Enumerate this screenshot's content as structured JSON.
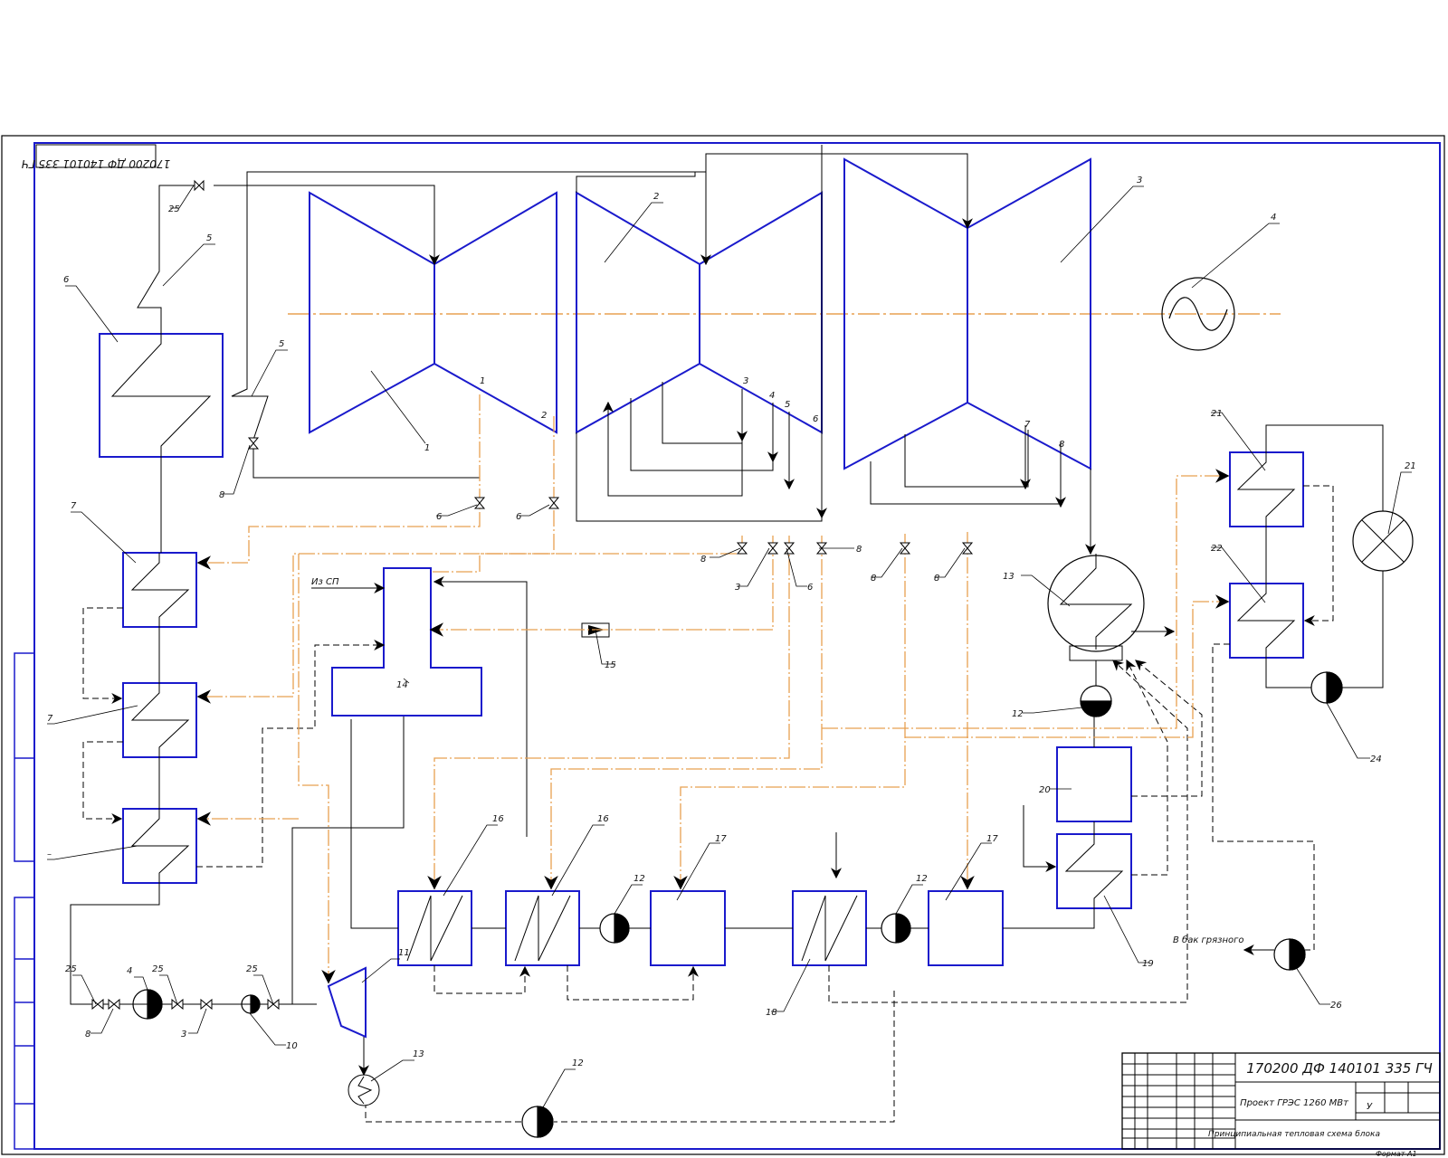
{
  "stamp_top": "170200 ДФ 140101 335 ГЧ",
  "labels": {
    "hpt": "1",
    "ipt": "2",
    "lpt": "3",
    "generator": "4",
    "reheater": "5",
    "boiler": "6",
    "hp_heater_upper": "7",
    "hp_heater_mid": "7",
    "hp_heater_low": "–",
    "condenser": "13",
    "deaerator": "14",
    "separator": "15",
    "lp_heater_a": "16",
    "lp_heater_b": "16",
    "lp_heater_c": "17",
    "lp_heater_d": "18",
    "lp_heater_e": "17",
    "gland_cooler": "19",
    "block_20": "20",
    "cooling_tower": "21",
    "hx_21": "21",
    "hx_22": "22",
    "pump_left": "4",
    "pump_small": "10",
    "pump_cond": "12",
    "pump_bottom": "12",
    "pump_lp_a": "12",
    "pump_lp_b": "12",
    "pump_cw": "24",
    "pump_drain": "26",
    "turbine_small": "11",
    "cooler_small": "13",
    "valve_25_top": "25",
    "valve_25_a": "25",
    "valve_25_b": "25",
    "valve_25_c": "25",
    "valve_8_left": "8",
    "valve_8_mid": "8",
    "valve_3_mid": "3",
    "valve_8_right": "8",
    "valve_6_a": "6",
    "valve_6_b": "6",
    "valve_8_c": "8",
    "valve_8_d": "8",
    "valve_6_c": "6",
    "valve_6_d": "6",
    "valve_8_bottom": "8",
    "valve_3_bottom": "3",
    "reheat_line": "5",
    "line_5_top": "5",
    "ext_1": "1",
    "ext_2": "2",
    "ext_3": "3",
    "ext_4": "4",
    "ext_5": "5",
    "ext_6": "6",
    "ext_7": "7",
    "ext_8": "8"
  },
  "inlet_label": "Из СП",
  "outlet_label": "В бак грязного",
  "title_block": {
    "code": "170200 ДФ 140101 335 ГЧ",
    "project": "Проект ГРЭС 1260 МВт",
    "sheet_title": "Принципиальная тепловая схема блока",
    "stage": "У",
    "format": "Формат А1"
  },
  "colors": {
    "equipment": "#1a1acc",
    "steam": "#e8a050",
    "line": "#000000"
  }
}
